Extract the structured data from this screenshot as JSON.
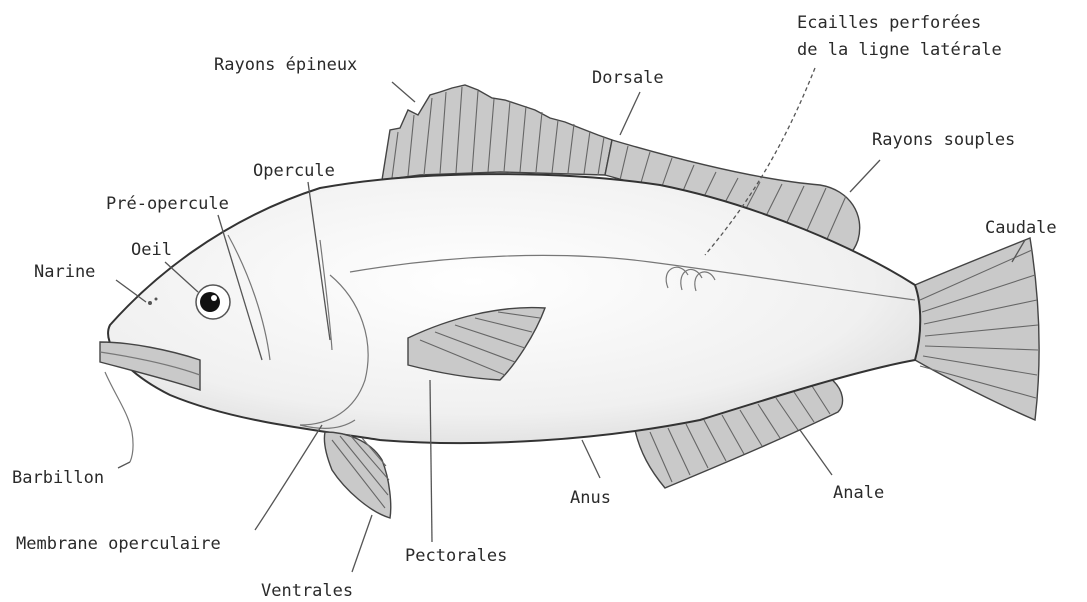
{
  "labels": {
    "rayons_epineux": "Rayons épineux",
    "dorsale": "Dorsale",
    "ecailles_line1": "Ecailles perforées",
    "ecailles_line2": "de la ligne latérale",
    "rayons_souples": "Rayons souples",
    "caudale": "Caudale",
    "opercule": "Opercule",
    "pre_opercule": "Pré-opercule",
    "oeil": "Oeil",
    "narine": "Narine",
    "barbillon": "Barbillon",
    "membrane_operculaire": "Membrane operculaire",
    "ventrales": "Ventrales",
    "pectorales": "Pectorales",
    "anus": "Anus",
    "anale": "Anale"
  },
  "colors": {
    "fin_fill": "#c9c9c9",
    "body_fill": "#f2f2f2",
    "outline": "#333333"
  }
}
